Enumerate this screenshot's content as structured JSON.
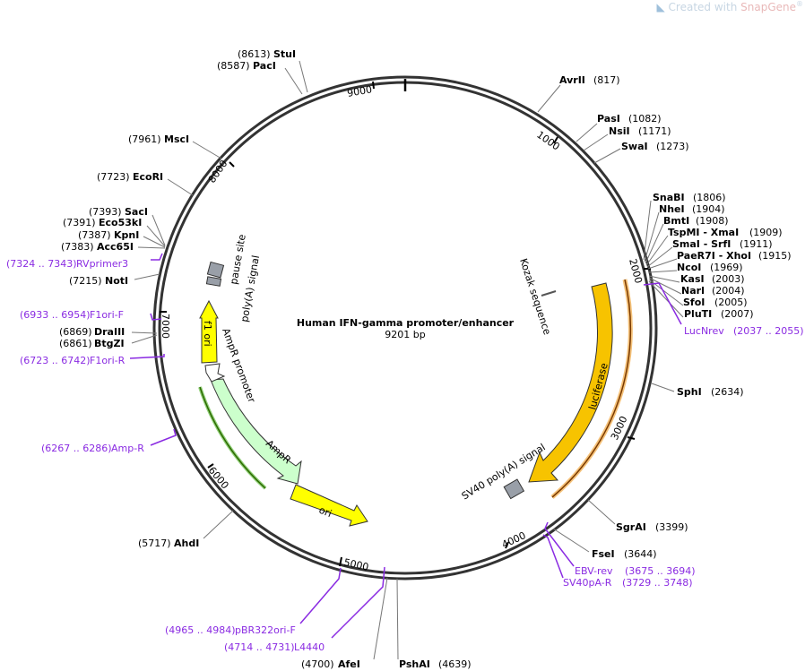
{
  "watermark": {
    "prefix": "Created with ",
    "brand": "SnapGene",
    "reg": "®"
  },
  "plasmid": {
    "name": "Human IFN-gamma promoter/enhancer",
    "length_label": "9201 bp",
    "length": 9201
  },
  "ticks": [
    "1000",
    "2000",
    "3000",
    "4000",
    "5000",
    "6000",
    "7000",
    "8000",
    "9000"
  ],
  "colors": {
    "primer": "#8a2be2",
    "luciferase": "#f7c300",
    "ori": "#ffff00",
    "ampr": "#ccffcc",
    "terminator": "#999fa8"
  },
  "sites": [
    {
      "name": "StuI",
      "pos": "(8613)"
    },
    {
      "name": "PacI",
      "pos": "(8587)"
    },
    {
      "name": "AvrII",
      "pos": "(817)"
    },
    {
      "name": "PasI",
      "pos": "(1082)"
    },
    {
      "name": "NsiI",
      "pos": "(1171)"
    },
    {
      "name": "SwaI",
      "pos": "(1273)"
    },
    {
      "name": "MscI",
      "pos": "(7961)"
    },
    {
      "name": "EcoRI",
      "pos": "(7723)"
    },
    {
      "name": "SnaBI",
      "pos": "(1806)"
    },
    {
      "name": "NheI",
      "pos": "(1904)"
    },
    {
      "name": "BmtI",
      "pos": "(1908)"
    },
    {
      "name": "TspMI - XmaI",
      "pos": "(1909)"
    },
    {
      "name": "SmaI - SrfI",
      "pos": "(1911)"
    },
    {
      "name": "PaeR7I - XhoI",
      "pos": "(1915)"
    },
    {
      "name": "NcoI",
      "pos": "(1969)"
    },
    {
      "name": "KasI",
      "pos": "(2003)"
    },
    {
      "name": "NarI",
      "pos": "(2004)"
    },
    {
      "name": "SfoI",
      "pos": "(2005)"
    },
    {
      "name": "PluTI",
      "pos": "(2007)"
    },
    {
      "name": "SacI",
      "pos": "(7393)"
    },
    {
      "name": "Eco53kI",
      "pos": "(7391)"
    },
    {
      "name": "KpnI",
      "pos": "(7387)"
    },
    {
      "name": "Acc65I",
      "pos": "(7383)"
    },
    {
      "name": "NotI",
      "pos": "(7215)"
    },
    {
      "name": "DraIII",
      "pos": "(6869)"
    },
    {
      "name": "BtgZI",
      "pos": "(6861)"
    },
    {
      "name": "SphI",
      "pos": "(2634)"
    },
    {
      "name": "SgrAI",
      "pos": "(3399)"
    },
    {
      "name": "FseI",
      "pos": "(3644)"
    },
    {
      "name": "AhdI",
      "pos": "(5717)"
    },
    {
      "name": "AfeI",
      "pos": "(4700)"
    },
    {
      "name": "PshAI",
      "pos": "(4639)"
    }
  ],
  "primers": [
    {
      "name": "RVprimer3",
      "range": "(7324 .. 7343)"
    },
    {
      "name": "F1ori-F",
      "range": "(6933 .. 6954)"
    },
    {
      "name": "F1ori-R",
      "range": "(6723 .. 6742)"
    },
    {
      "name": "Amp-R",
      "range": "(6267 .. 6286)"
    },
    {
      "name": "LucNrev",
      "range": "(2037 .. 2055)"
    },
    {
      "name": "EBV-rev",
      "range": "(3675 .. 3694)"
    },
    {
      "name": "SV40pA-R",
      "range": "(3729 .. 3748)"
    },
    {
      "name": "pBR322ori-F",
      "range": "(4965 .. 4984)"
    },
    {
      "name": "L4440",
      "range": "(4714 .. 4731)"
    }
  ],
  "features": {
    "luciferase": "luciferase",
    "sv40": "SV40 poly(A) signal",
    "kozak": "Kozak sequence",
    "ori": "ori",
    "ampr": "AmpR",
    "ampr_promoter": "AmpR promoter",
    "f1ori": "f1 ori",
    "pause": "pause site",
    "polya": "poly(A) signal"
  }
}
